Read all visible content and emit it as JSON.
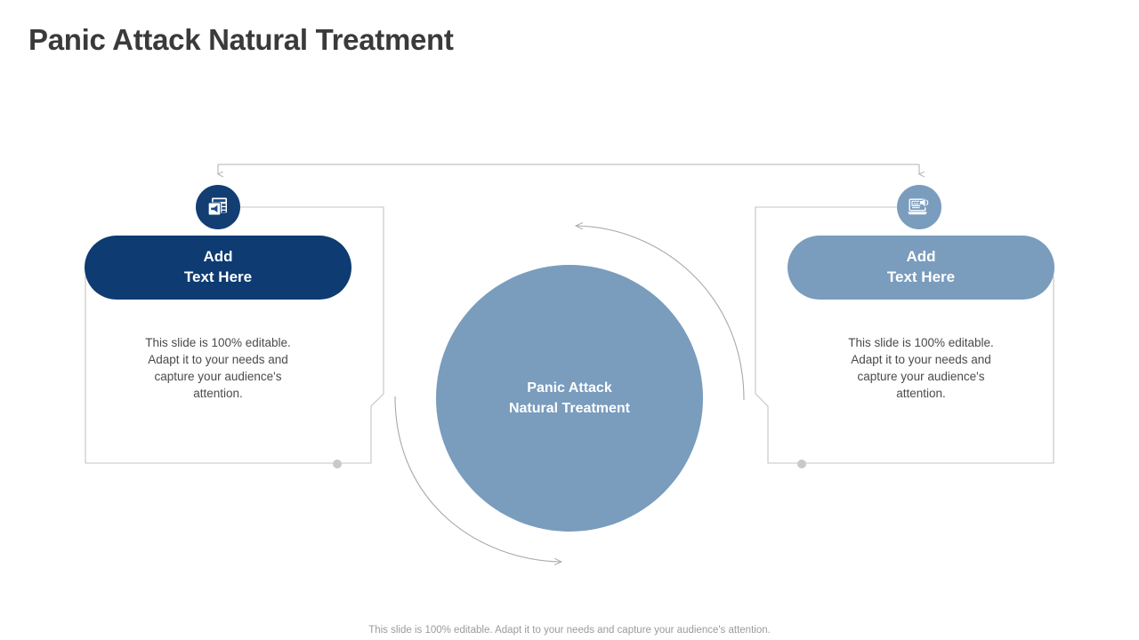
{
  "slide": {
    "title": "Panic Attack Natural Treatment",
    "background_color": "#ffffff",
    "footer_note": "This slide is 100% editable. Adapt it to your needs and capture your audience's attention."
  },
  "colors": {
    "dark_navy": "#0d3b72",
    "icon_navy": "#123e73",
    "steel_blue": "#7a9cbd",
    "connector_gray": "#b3b3b3",
    "title_gray": "#3a3a3a",
    "body_gray": "#4a4a4a",
    "footer_gray": "#9b9b9b"
  },
  "center": {
    "line1": "Panic Attack",
    "line2": "Natural Treatment",
    "shape": "circle",
    "fill": "#7a9cbd"
  },
  "branches": [
    {
      "id": "left",
      "icon": "ad-webpage-megaphone-icon",
      "icon_badge_fill": "#123e73",
      "pill_fill": "#0d3b72",
      "heading_line1": "Add",
      "heading_line2": "Text Here",
      "body": "This slide is 100% editable. Adapt it to your needs and capture your audience's attention."
    },
    {
      "id": "right",
      "icon": "ad-laptop-megaphone-icon",
      "icon_badge_fill": "#7a9cbd",
      "pill_fill": "#7a9cbd",
      "heading_line1": "Add",
      "heading_line2": "Text Here",
      "body": "This slide is 100% editable. Adapt it to your needs and capture your audience's attention."
    }
  ],
  "connectors": {
    "top_bar_label": "top-distribution-connector",
    "arc_top_right_label": "curved-arrow-counterclockwise",
    "arc_bottom_left_label": "curved-arrow-clockwise"
  }
}
